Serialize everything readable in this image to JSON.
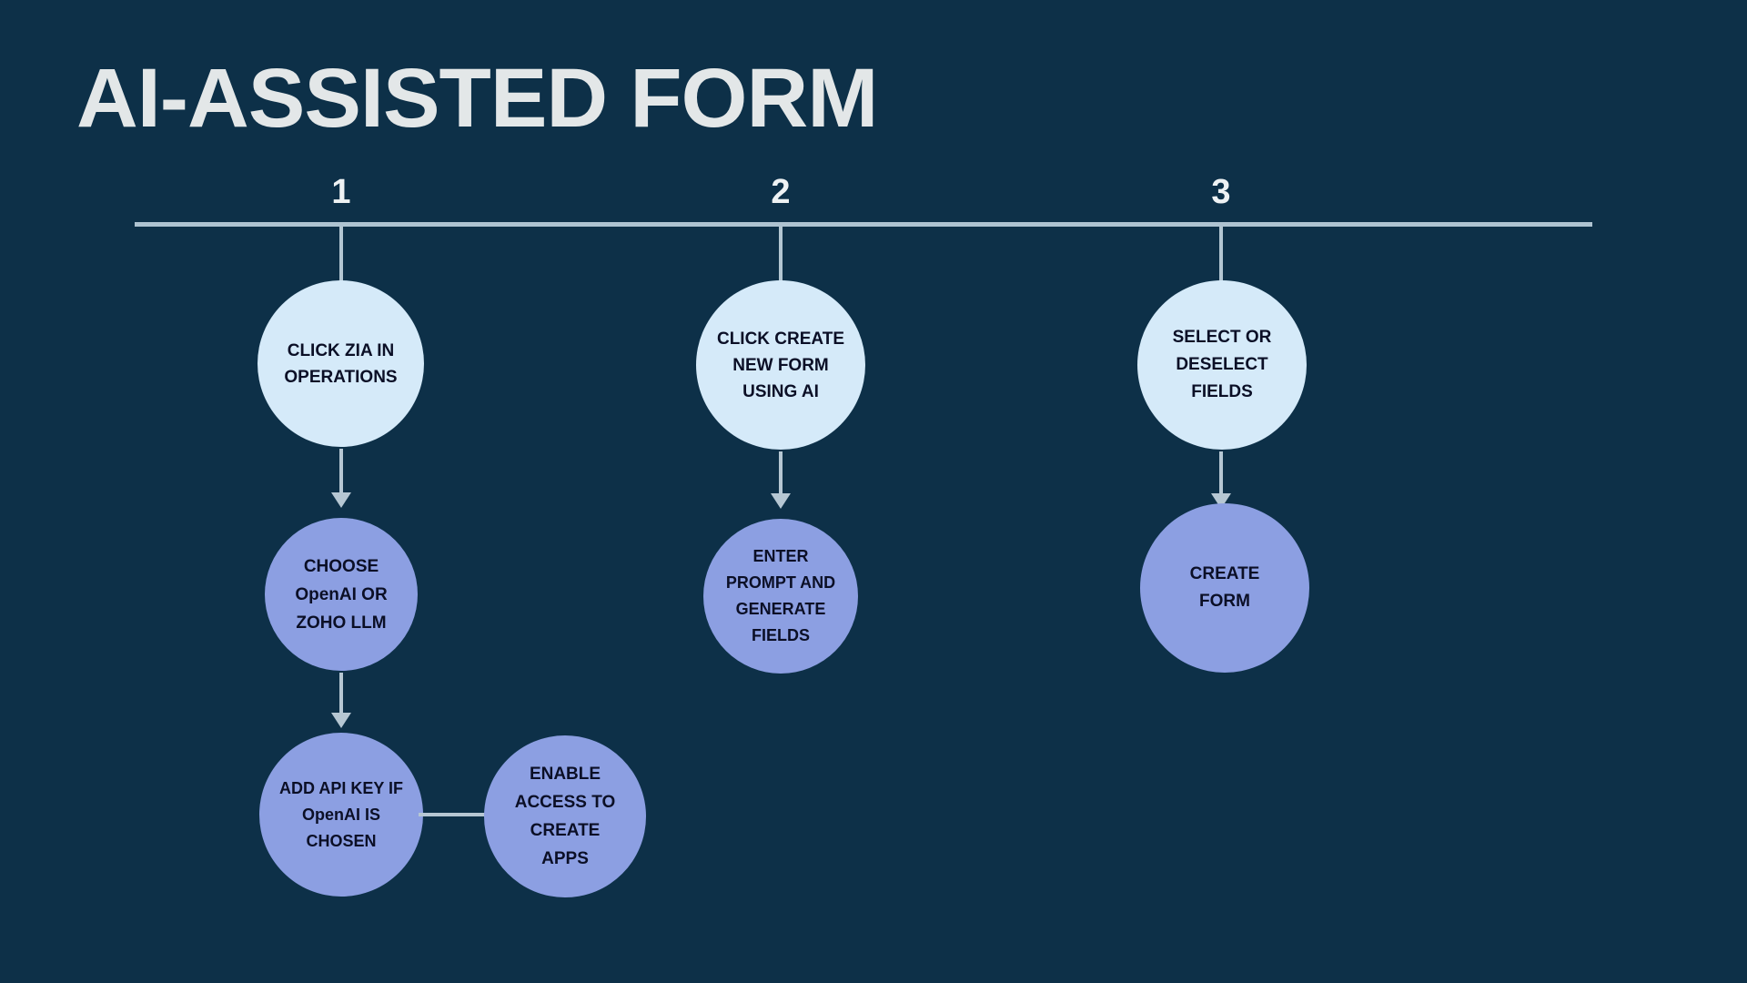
{
  "page": {
    "title": "AI-ASSISTED FORM",
    "background_color": "#0d3048",
    "title_color": "#e3e7e8",
    "line_color": "#aec3d1",
    "light_node_color": "#d5eaf9",
    "accent_node_color": "#8c9fe2",
    "node_text_color": "#0b0f26"
  },
  "timeline": {
    "steps": [
      {
        "number": "1"
      },
      {
        "number": "2"
      },
      {
        "number": "3"
      }
    ]
  },
  "nodes": {
    "step1_top": "CLICK ZIA IN\nOPERATIONS",
    "step1_mid": "CHOOSE\nOpenAI OR\nZOHO LLM",
    "step1_bottom": "ADD API KEY IF\nOpenAI IS\nCHOSEN",
    "step1_branch": "ENABLE\nACCESS TO\nCREATE\nAPPS",
    "step2_top": "CLICK CREATE\nNEW FORM\nUSING AI",
    "step2_mid": "ENTER\nPROMPT AND\nGENERATE\nFIELDS",
    "step3_top": "SELECT OR\nDESELECT\nFIELDS",
    "step3_mid": "CREATE\nFORM"
  }
}
